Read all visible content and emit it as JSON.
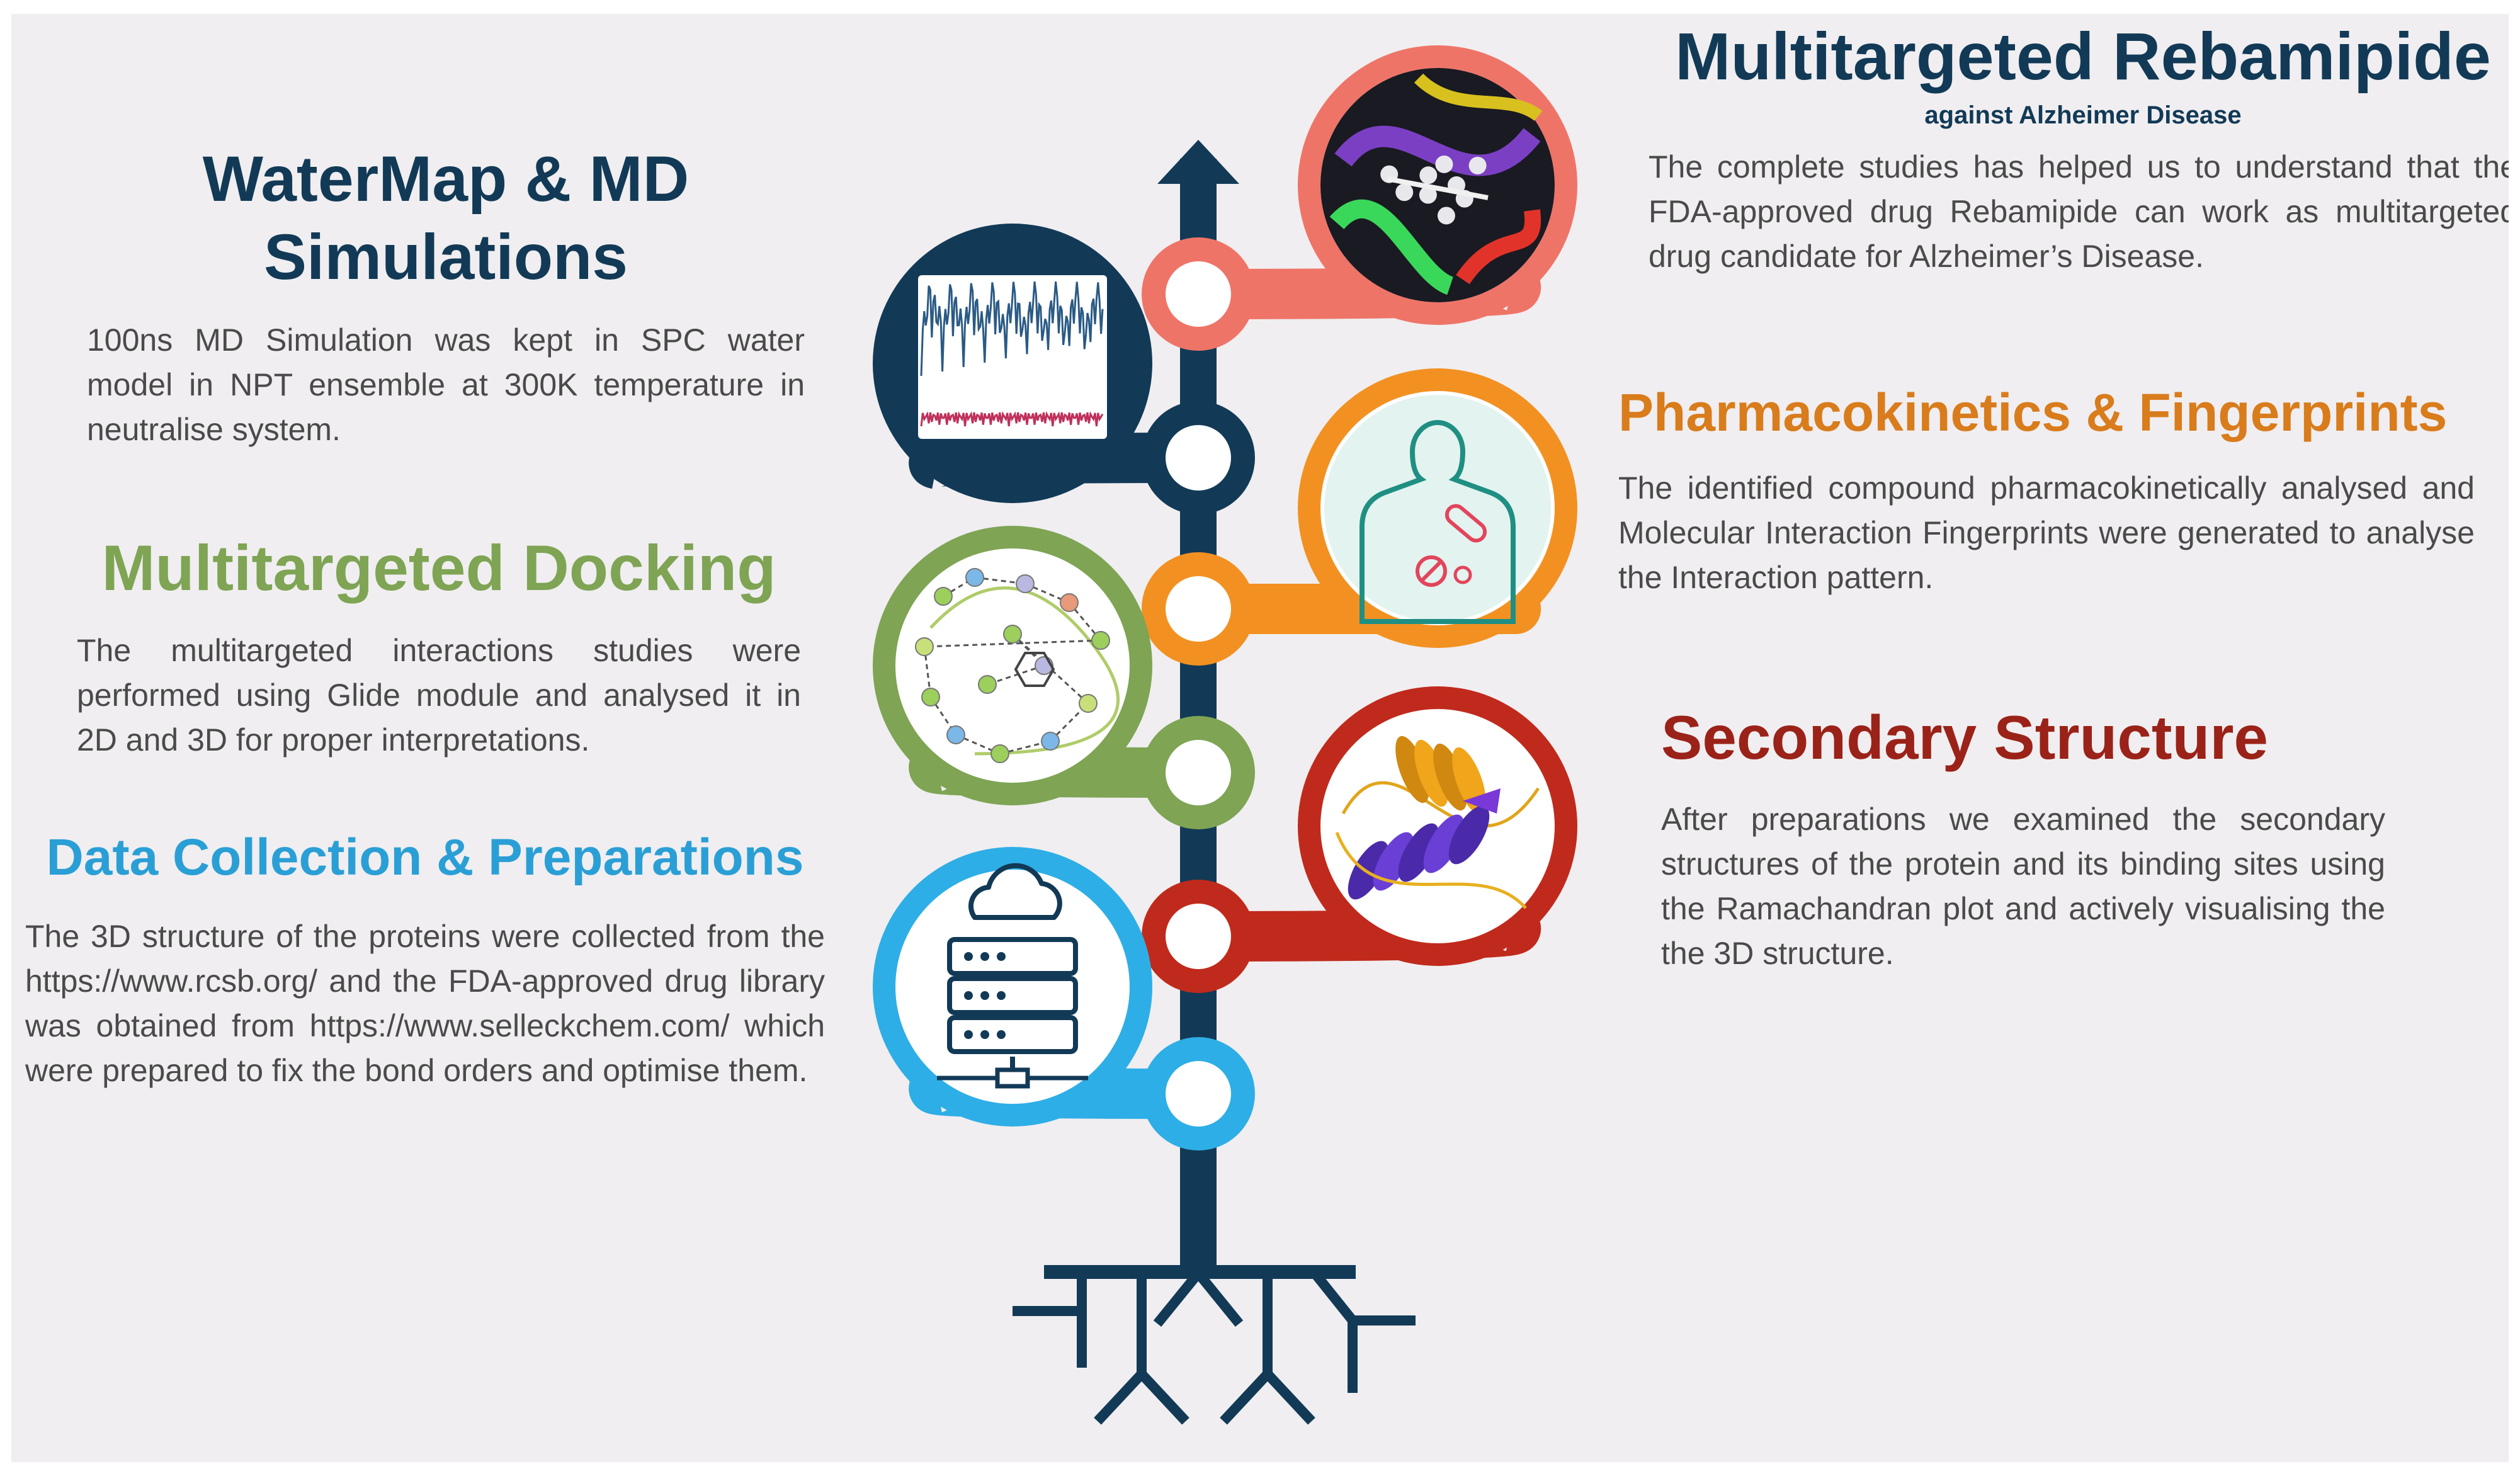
{
  "colors": {
    "background": "#f0eef0",
    "trunk": "#123a57",
    "watermap": "#123a57",
    "docking": "#7ea454",
    "data_collection": "#2eaee6",
    "rebamipide": "#ef7468",
    "pharmacokinetics": "#f29122",
    "secondary_structure": "#c02a1c"
  },
  "sections": {
    "rebamipide": {
      "title": "Multitargeted Rebamipide",
      "subtitle": "against Alzheimer Disease",
      "text": "The complete studies has helped us to understand that the FDA-approved drug Rebamipide can work as multitargeted drug candidate for Alzheimer’s Disease.",
      "icon": "molecule-3d-icon"
    },
    "watermap": {
      "title": "WaterMap & MD Simulations",
      "text": "100ns MD Simulation was kept in SPC water model in NPT ensemble at 300K temperature in neutralise system.",
      "icon": "md-trajectory-plot-icon"
    },
    "pharmacokinetics": {
      "title": "Pharmacokinetics & Fingerprints",
      "text": "The identified compound pharmacokinetically analysed and Molecular Interaction Fingerprints were generated to analyse the Interaction pattern.",
      "icon": "human-body-pill-icon"
    },
    "docking": {
      "title": "Multitargeted Docking",
      "text": "The multitargeted interactions studies were performed using Glide module and analysed it in 2D and 3D for proper interpretations.",
      "icon": "ligand-interaction-diagram-icon"
    },
    "secondary_structure": {
      "title": "Secondary Structure",
      "text": "After preparations we examined the secondary structures of the protein and its binding sites using the Ramachandran plot and actively visualising the the 3D structure.",
      "icon": "protein-helix-icon"
    },
    "data_collection": {
      "title": "Data Collection & Preparations",
      "text": "The 3D structure of the proteins were collected from the https://www.rcsb.org/ and the FDA-approved drug library was obtained from https://www.selleckchem.com/ which were prepared to fix the bond orders and optimise them.",
      "icon": "cloud-server-icon"
    }
  }
}
